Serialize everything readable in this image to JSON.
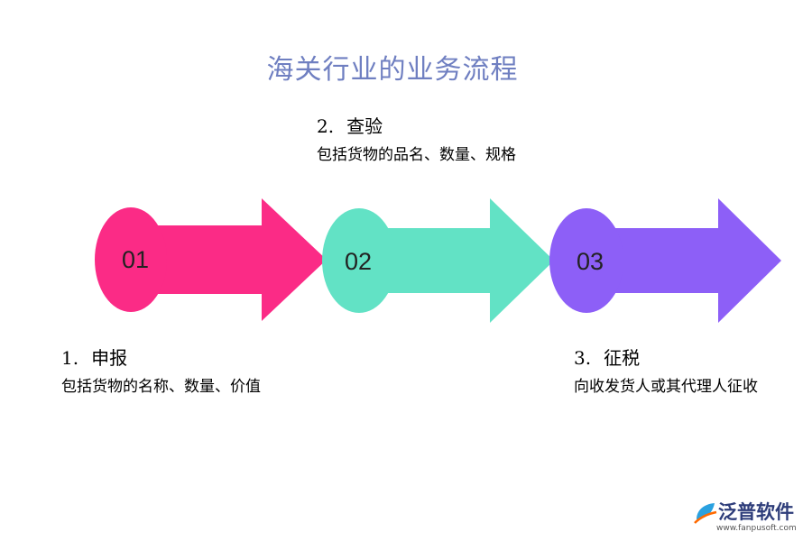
{
  "title": "海关行业的业务流程",
  "steps": [
    {
      "badge": "01",
      "number": "1.",
      "name": "申报",
      "desc": "包括货物的名称、数量、价值",
      "color": "#fb2b86"
    },
    {
      "badge": "02",
      "number": "2.",
      "name": "查验",
      "desc": "包括货物的品名、数量、规格",
      "color": "#62e2c5"
    },
    {
      "badge": "03",
      "number": "3.",
      "name": "征税",
      "desc": "向收发货人或其代理人征收",
      "color": "#8d5ff7"
    }
  ],
  "logo": {
    "name": "泛普软件",
    "url": "www.fanpusoft.com",
    "icon": "fanpu-logo-icon",
    "colors": {
      "primary": "#2e3d7a",
      "accent": "#ff6a00",
      "leaf": "#2aa1e0"
    }
  }
}
